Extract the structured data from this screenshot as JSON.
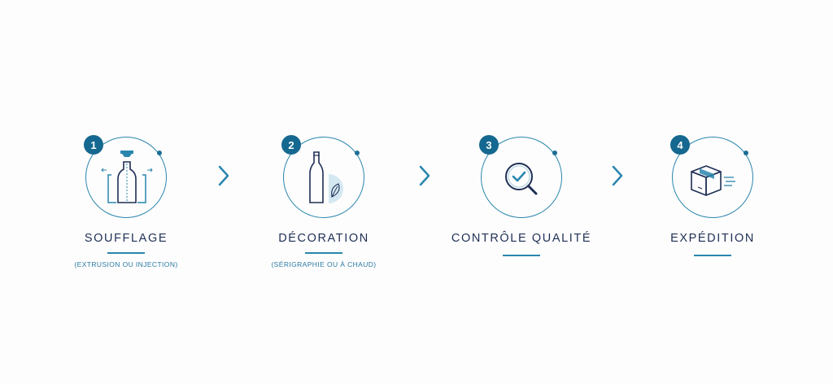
{
  "colors": {
    "accent": "#2a86ad",
    "badge": "#15688f",
    "title": "#1f2f55",
    "subtitle": "#2a7aa3"
  },
  "steps": [
    {
      "number": "1",
      "title": "SOUFFLAGE",
      "subtitle": "(EXTRUSION OU INJECTION)",
      "icon": "bottle-mold-icon"
    },
    {
      "number": "2",
      "title": "DÉCORATION",
      "subtitle": "(SÉRIGRAPHIE OU À CHAUD)",
      "icon": "bottle-leaf-icon"
    },
    {
      "number": "3",
      "title": "CONTRÔLE QUALITÉ",
      "subtitle": "",
      "icon": "magnifier-check-icon"
    },
    {
      "number": "4",
      "title": "EXPÉDITION",
      "subtitle": "",
      "icon": "shipping-box-icon"
    }
  ],
  "arrows": [
    "chevron-right-icon",
    "chevron-right-icon",
    "chevron-right-icon"
  ]
}
